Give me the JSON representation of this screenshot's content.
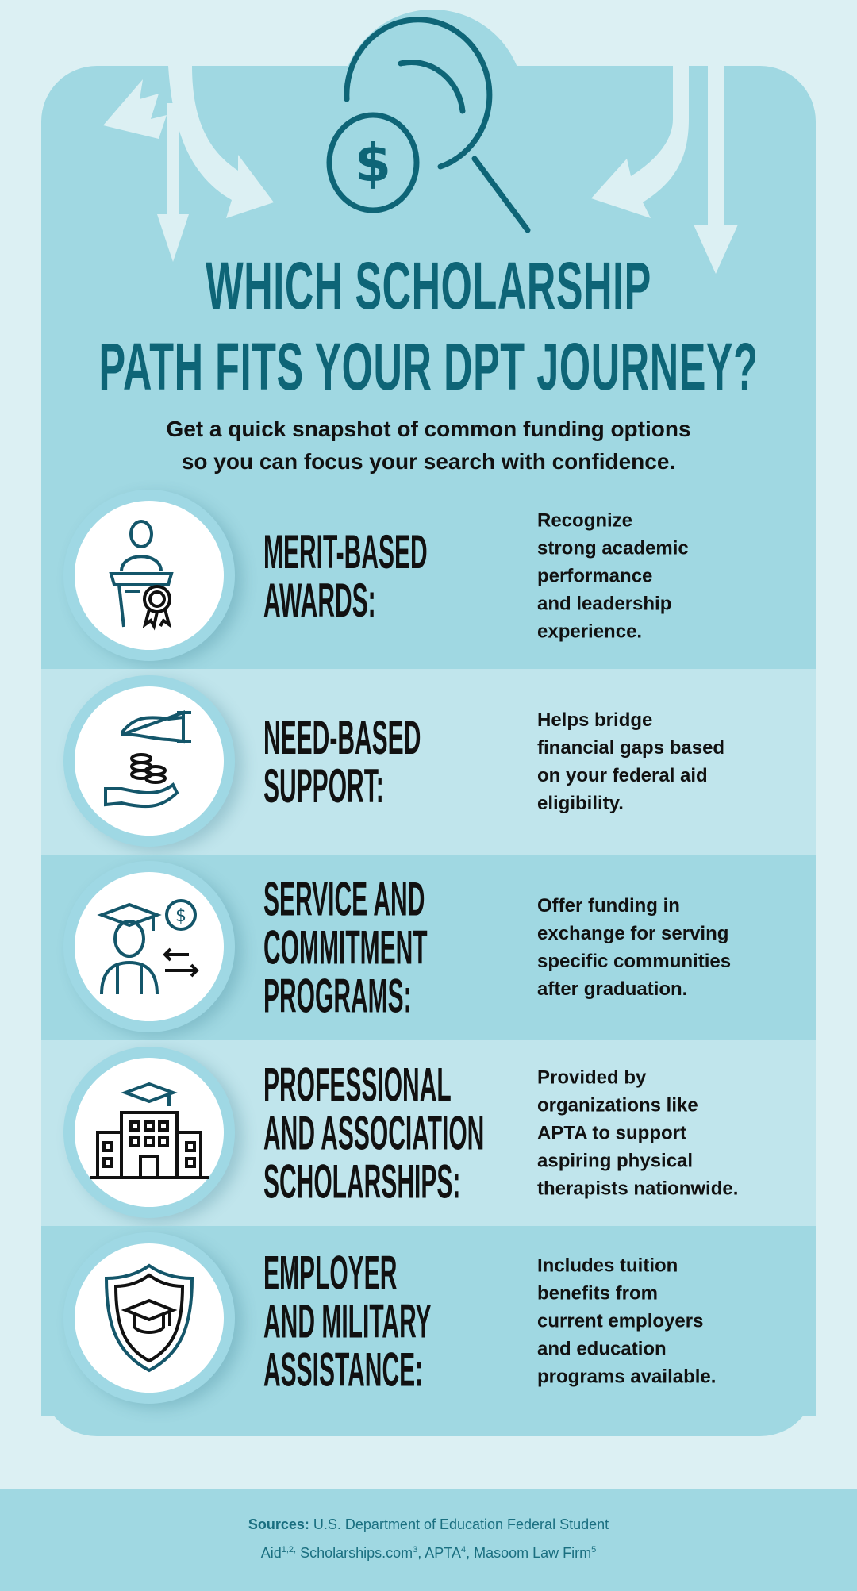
{
  "header": {
    "title_line1": "WHICH SCHOLARSHIP",
    "title_line2": "PATH FITS YOUR DPT JOURNEY?",
    "subtitle_line1": "Get a quick snapshot of common funding options",
    "subtitle_line2": "so you can focus your search with confidence.",
    "icon": "magnifier-dollar-icon"
  },
  "items": [
    {
      "icon": "podium-award-icon",
      "heading": [
        "MERIT-BASED",
        "AWARDS:"
      ],
      "description": [
        "Recognize",
        "strong academic",
        "performance",
        "and leadership",
        "experience."
      ]
    },
    {
      "icon": "hands-coins-icon",
      "heading": [
        "NEED-BASED",
        "SUPPORT:"
      ],
      "description": [
        "Helps bridge",
        "financial gaps based",
        "on your federal aid",
        "eligibility."
      ]
    },
    {
      "icon": "graduate-exchange-icon",
      "heading": [
        "SERVICE AND",
        "COMMITMENT",
        "PROGRAMS:"
      ],
      "description": [
        "Offer funding in",
        "exchange for serving",
        "specific communities",
        "after graduation."
      ]
    },
    {
      "icon": "university-building-icon",
      "heading": [
        "PROFESSIONAL",
        "AND ASSOCIATION",
        "SCHOLARSHIPS:"
      ],
      "description": [
        "Provided by",
        "organizations like",
        "APTA to support",
        "aspiring physical",
        "therapists nationwide."
      ]
    },
    {
      "icon": "shield-cap-icon",
      "heading": [
        "EMPLOYER",
        "AND MILITARY",
        "ASSISTANCE:"
      ],
      "description": [
        "Includes tuition",
        "benefits from",
        "current employers",
        "and education",
        "programs available."
      ]
    }
  ],
  "footer": {
    "label": "Sources:",
    "line1": "U.S. Department of Education Federal Student",
    "aid": "Aid",
    "aid_sup": "1,2,",
    "s2": "Scholarships.com",
    "s2_sup": "3",
    "s3": ", APTA",
    "s3_sup": "4",
    "s4": ", Masoom Law Firm",
    "s4_sup": "5"
  },
  "colors": {
    "accent": "#0e6577",
    "card": "#a0d8e2",
    "light_row": "#c0e5ec",
    "background": "#dcf0f3"
  }
}
